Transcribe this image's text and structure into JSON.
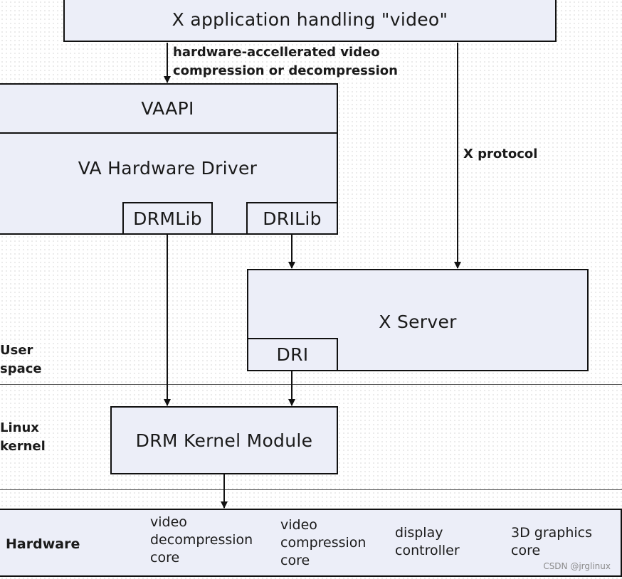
{
  "diagram": {
    "x_application": "X application handling \"video\"",
    "edge_hw_accel": [
      "hardware-accellerated video",
      "compression or decompression"
    ],
    "edge_x_protocol": "X protocol",
    "vaapi": "VAAPI",
    "va_hardware_driver": "VA Hardware Driver",
    "drmlib": "DRMLib",
    "drilib": "DRILib",
    "x_server": "X Server",
    "dri": "DRI",
    "drm_kernel_module": "DRM Kernel Module",
    "layers": {
      "user_space": [
        "User",
        "space"
      ],
      "linux_kernel": [
        "Linux",
        "kernel"
      ],
      "hardware": "Hardware"
    },
    "hardware_items": [
      [
        "video",
        "decompression",
        "core"
      ],
      [
        "video",
        "compression",
        "core"
      ],
      [
        "display",
        "controller"
      ],
      [
        "3D graphics",
        "core"
      ]
    ]
  },
  "watermark": "CSDN @jrglinux"
}
